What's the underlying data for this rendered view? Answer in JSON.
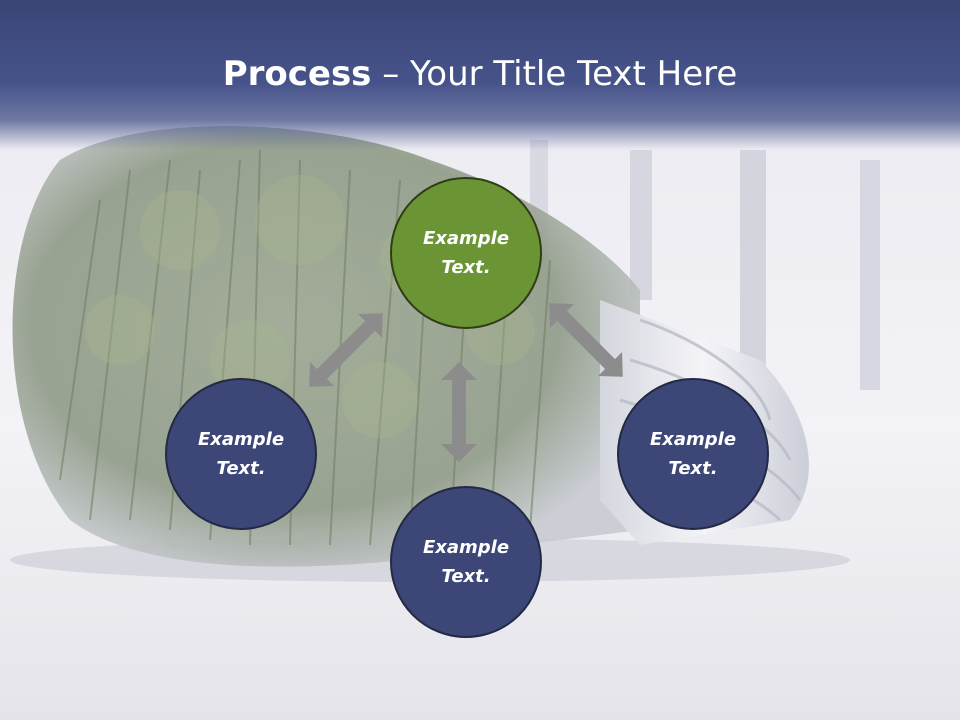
{
  "slide": {
    "title_bold": "Process",
    "title_rest": " – Your Title Text Here"
  },
  "nodes": {
    "top": "Example Text.",
    "left": "Example Text.",
    "right": "Example Text.",
    "bottom": "Example Text."
  },
  "colors": {
    "title_bar": "#3a4576",
    "node_green": "#6b9534",
    "node_blue": "#3c4677",
    "arrow_gray": "#8c8c8c"
  },
  "background": {
    "image": "light-bulb-with-forest"
  }
}
